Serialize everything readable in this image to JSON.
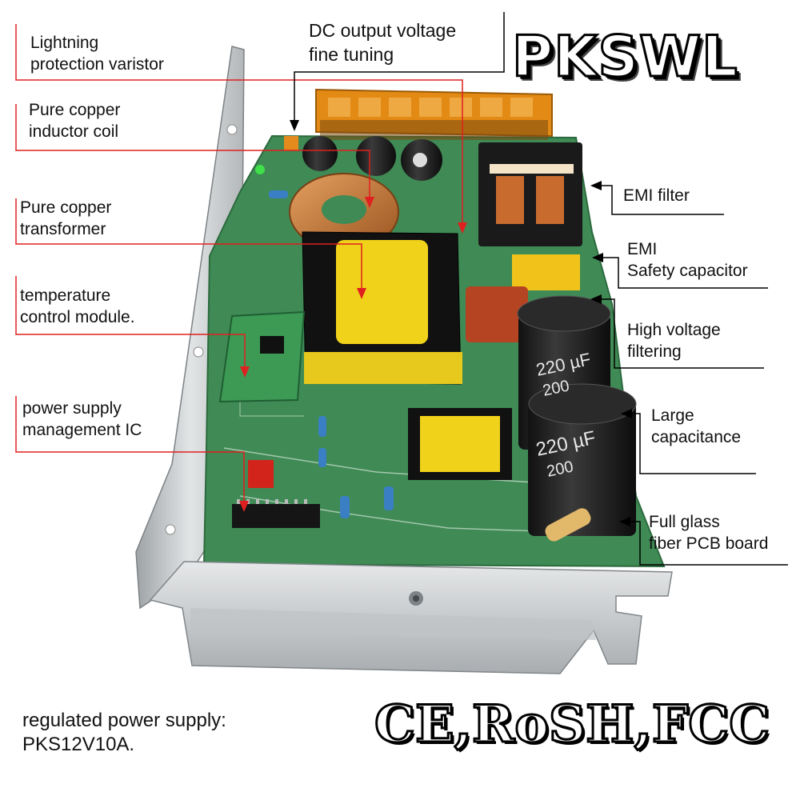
{
  "brand": "PKSWL",
  "certifications": "CE,RoSH,FCC",
  "caption": {
    "line1": "regulated power supply:",
    "line2": "PKS12V10A."
  },
  "left_labels": [
    {
      "line1": "Lightning",
      "line2": "protection varistor"
    },
    {
      "line1": "Pure copper",
      "line2": "inductor coil"
    },
    {
      "line1": "Pure copper",
      "line2": "transformer"
    },
    {
      "line1": "temperature",
      "line2": "control module."
    },
    {
      "line1": "power supply",
      "line2": "management IC"
    }
  ],
  "top_label": {
    "line1": "DC output voltage",
    "line2": "fine tuning"
  },
  "right_labels": [
    {
      "line1": "EMI filter"
    },
    {
      "line1": "EMI",
      "line2": "Safety capacitor"
    },
    {
      "line1": "High voltage",
      "line2": "filtering"
    },
    {
      "line1": "Large",
      "line2": "capacitance"
    },
    {
      "line1": "Full glass",
      "line2": "fiber PCB board"
    }
  ],
  "components": {
    "capacitor_1_marking": "220 µF",
    "capacitor_1_voltage": "200",
    "capacitor_2_marking": "220 µF",
    "capacitor_2_voltage": "200"
  },
  "colors": {
    "pcb": "#3f8a55",
    "chassis": "#c9ccce",
    "transformer_tape": "#f0d21a",
    "leader_red": "#e02020",
    "leader_black": "#000000"
  }
}
